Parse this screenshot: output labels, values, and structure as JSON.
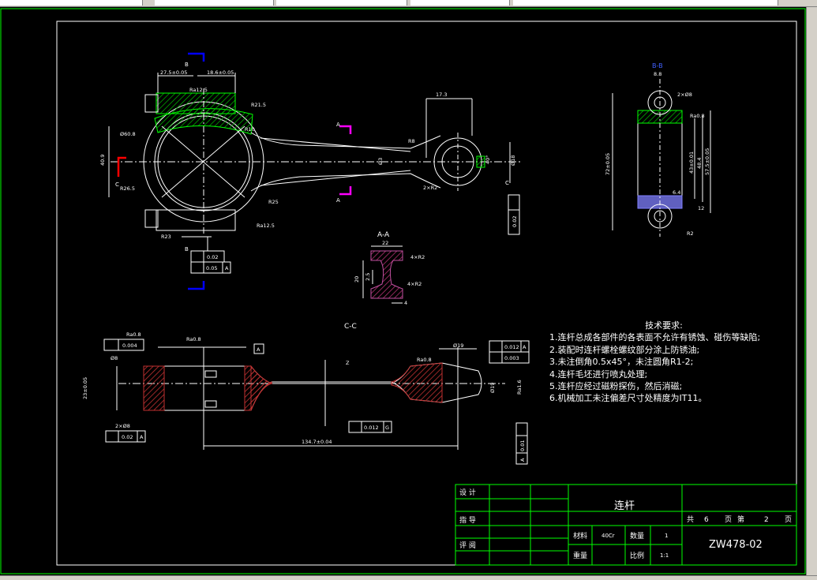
{
  "colors": {
    "background": "#000000",
    "outline": "#ffffff",
    "frame": "#00ff00",
    "section_marker": "#ff0000",
    "view_marker": "#0000ff",
    "cut_marker": "#ff00ff",
    "hatch": "#c03030",
    "dim": "#ffffff"
  },
  "main_view": {
    "dims": [
      "27.5±0.05",
      "18.6±0.05",
      "R21.5",
      "R10",
      "R26.5",
      "R23",
      "R25",
      "R8",
      "Ø60.8",
      "40.9",
      "17.3",
      "Ø18",
      "Ø3",
      "40°",
      "2×R2",
      "Ra12.5",
      "Ra12.5"
    ],
    "section_labels": [
      "A",
      "A",
      "B",
      "B",
      "C",
      "C"
    ],
    "tol_main": [
      "0.02",
      "0.05",
      "A"
    ],
    "tol_right": [
      "0.02"
    ]
  },
  "side_view": {
    "title": "B-B",
    "dims": [
      "8.8",
      "2×Ø8",
      "Ra0.8",
      "72±0.05",
      "43±0.01",
      "48.4",
      "57.5±0.05",
      "6.4",
      "12",
      "R2"
    ]
  },
  "section_aa": {
    "title": "A-A",
    "dims": [
      "22",
      "4×R2",
      "20",
      "2.5",
      "4×R2",
      "4"
    ]
  },
  "section_cc": {
    "title": "C-C",
    "dims": [
      "Ra0.8",
      "0.004",
      "A",
      "Ra0.8",
      "Ø8",
      "23±0.05",
      "2×Ø8",
      "0.02",
      "A",
      "0.012",
      "G",
      "134.7±0.04",
      "Ø19",
      "Ø19",
      "Z",
      "Ra0.8",
      "Ra1.6"
    ],
    "tol_right": [
      "0.012",
      "A",
      "0.003"
    ],
    "tol_right2": [
      "0.01",
      "A"
    ]
  },
  "notes": {
    "title": "技术要求:",
    "lines": [
      "1.连杆总成各部件的各表面不允许有锈蚀、碰伤等缺陷;",
      "2.装配时连杆螺栓螺纹部分涂上防锈油;",
      "3.未注倒角0.5x45°，未注圆角R1-2;",
      "4.连杆毛坯进行喷丸处理;",
      "5.连杆应经过磁粉探伤，然后消磁;",
      "6.机械加工未注偏差尺寸处精度为IT11。"
    ]
  },
  "title_block": {
    "rows": [
      "设 计",
      "指 导",
      "评 阅"
    ],
    "part_name": "连杆",
    "material_label": "材料",
    "material_value": "40Cr",
    "qty_label": "数量",
    "qty_value": "1",
    "weight_label": "重量",
    "scale_label": "比例",
    "scale_value": "1:1",
    "total_label": "共",
    "total_pages": "6",
    "page_unit": "页",
    "sheet_label": "第",
    "sheet_no": "2",
    "page_unit2": "页",
    "drawing_no": "ZW478-02"
  }
}
